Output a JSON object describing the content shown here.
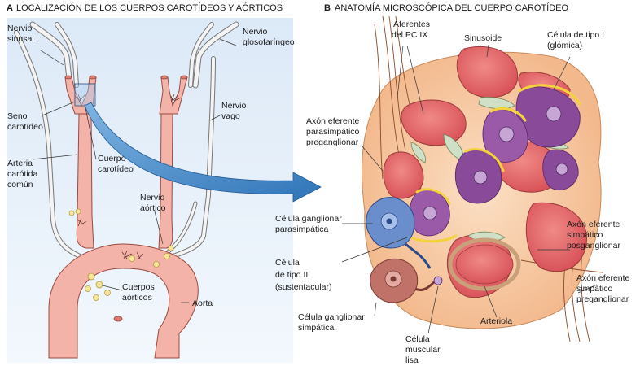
{
  "panel_a": {
    "letter": "A",
    "title": "LOCALIZACIÓN DE LOS CUERPOS CAROTÍDEOS Y AÓRTICOS",
    "labels": {
      "nervio_sinusal_1": "Nervio",
      "nervio_sinusal_2": "sinusal",
      "nervio_glosofaringeo_1": "Nervio",
      "nervio_glosofaringeo_2": "glosofaríngeo",
      "seno_carotideo_1": "Seno",
      "seno_carotideo_2": "carotídeo",
      "nervio_vago_1": "Nervio",
      "nervio_vago_2": "vago",
      "arteria_carotida_1": "Arteria",
      "arteria_carotida_2": "carótida",
      "arteria_carotida_3": "común",
      "cuerpo_carotideo_1": "Cuerpo",
      "cuerpo_carotideo_2": "carotídeo",
      "nervio_aortico_1": "Nervio",
      "nervio_aortico_2": "aórtico",
      "cuerpos_aorticos_1": "Cuerpos",
      "cuerpos_aorticos_2": "aórticos",
      "aorta": "Aorta"
    }
  },
  "panel_b": {
    "letter": "B",
    "title": "ANATOMÍA MICROSCÓPICA DEL CUERPO CAROTÍDEO",
    "labels": {
      "aferentes_1": "Aferentes",
      "aferentes_2": "del PC IX",
      "sinusoide": "Sinusoide",
      "celula_tipo_i_1": "Célula de tipo I",
      "celula_tipo_i_2": "(glómica)",
      "axon_para_1": "Axón eferente",
      "axon_para_2": "parasimpático",
      "axon_para_3": "preganglionar",
      "celula_gang_para_1": "Célula ganglionar",
      "celula_gang_para_2": "parasimpática",
      "axon_simp_pos_1": "Axón eferente",
      "axon_simp_pos_2": "simpático",
      "axon_simp_pos_3": "posganglionar",
      "celula_tipo_ii_1": "Célula",
      "celula_tipo_ii_2": "de tipo II",
      "celula_tipo_ii_3": "(sustentacular)",
      "axon_simp_pre_1": "Axón eferente",
      "axon_simp_pre_2": "simpático",
      "axon_simp_pre_3": "preganglionar",
      "celula_gang_simp_1": "Célula ganglionar",
      "celula_gang_simp_2": "simpática",
      "arteriola": "Arteriola",
      "celula_muscular_1": "Célula",
      "celula_muscular_2": "muscular",
      "celula_muscular_3": "lisa"
    }
  },
  "colors": {
    "background_a": "#d6e6f6",
    "artery": "#f4b3a8",
    "artery_outline": "#9a4a40",
    "nerve": "#f2f2f2",
    "arrow": "#3a86c8",
    "tissue": "#f7cfa8",
    "sinusoid": "#e8686a",
    "type_i_cell": "#8a4a9a",
    "type_ii_cell": "#cfe0c6",
    "ganglion_para": "#6a8ecb",
    "ganglion_simp": "#c07268",
    "yellow_terminal": "#f3d23c"
  }
}
